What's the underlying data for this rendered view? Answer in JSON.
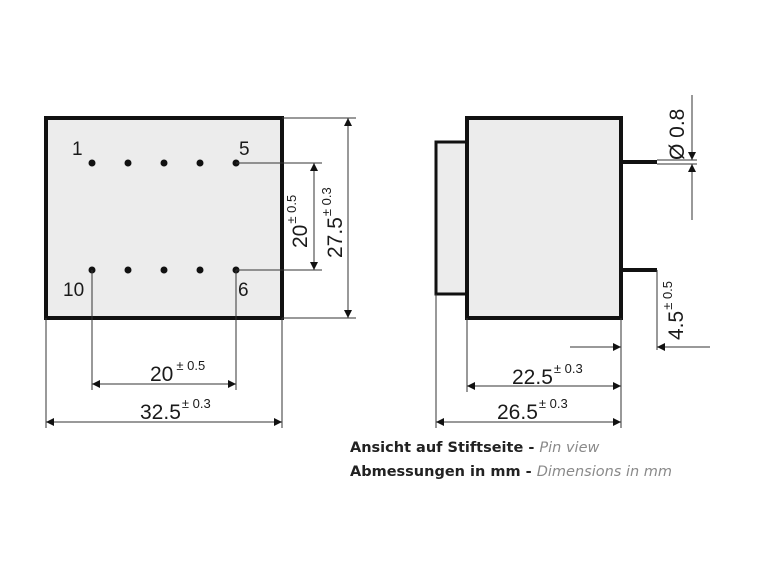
{
  "pin_view": {
    "pin_labels": {
      "p1": "1",
      "p5": "5",
      "p10": "10",
      "p6": "6"
    },
    "dim_pin_spacing_v": {
      "value": "20",
      "tol": "± 0.5"
    },
    "dim_height": {
      "value": "27.5",
      "tol": "± 0.3"
    },
    "dim_pin_spacing_h": {
      "value": "20",
      "tol": "± 0.5"
    },
    "dim_width": {
      "value": "32.5",
      "tol": "± 0.3"
    }
  },
  "side_view": {
    "dim_pin_diameter": {
      "value": "Ø 0.8"
    },
    "dim_pin_length": {
      "value": "4.5",
      "tol": "± 0.5"
    },
    "dim_body_depth": {
      "value": "22.5",
      "tol": "± 0.3"
    },
    "dim_total_depth": {
      "value": "26.5",
      "tol": "± 0.3"
    }
  },
  "captions": {
    "line1_de": "Ansicht auf Stiftseite - ",
    "line1_en": "Pin view",
    "line2_de": "Abmessungen in mm - ",
    "line2_en": "Dimensions in mm"
  }
}
